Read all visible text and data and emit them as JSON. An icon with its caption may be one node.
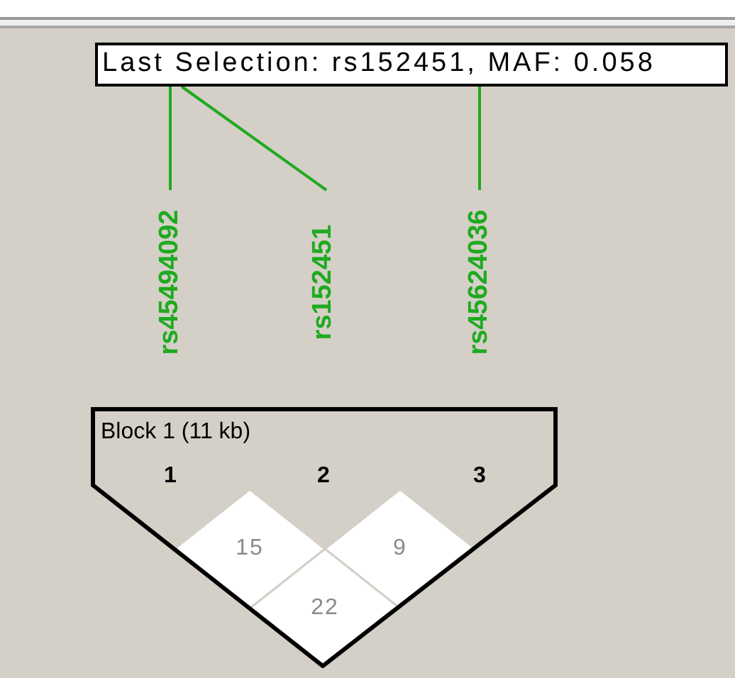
{
  "diagram": {
    "nodes": [
      {
        "text": [
          "Last Selection: rs152451, MAF: 0.058"
        ]
      },
      {
        "text": [
          "rs45494092"
        ]
      },
      {
        "text": [
          "rs152451"
        ]
      },
      {
        "text": [
          "rs45624036"
        ]
      },
      {
        "text": [
          "Block 1 (11 kb)"
        ]
      },
      {
        "text": [
          "15"
        ],
        "in": 4
      },
      {
        "text": [
          "9"
        ],
        "in": 4
      },
      {
        "text": [
          "22"
        ],
        "in": 4
      }
    ],
    "edges": [
      {
        "from": 0,
        "to": 1,
        "arrow": "none"
      },
      {
        "from": 0,
        "to": 2,
        "arrow": "none"
      },
      {
        "from": 0,
        "to": 3,
        "arrow": "none"
      }
    ],
    "labels": [
      "1",
      "2",
      "3"
    ]
  }
}
